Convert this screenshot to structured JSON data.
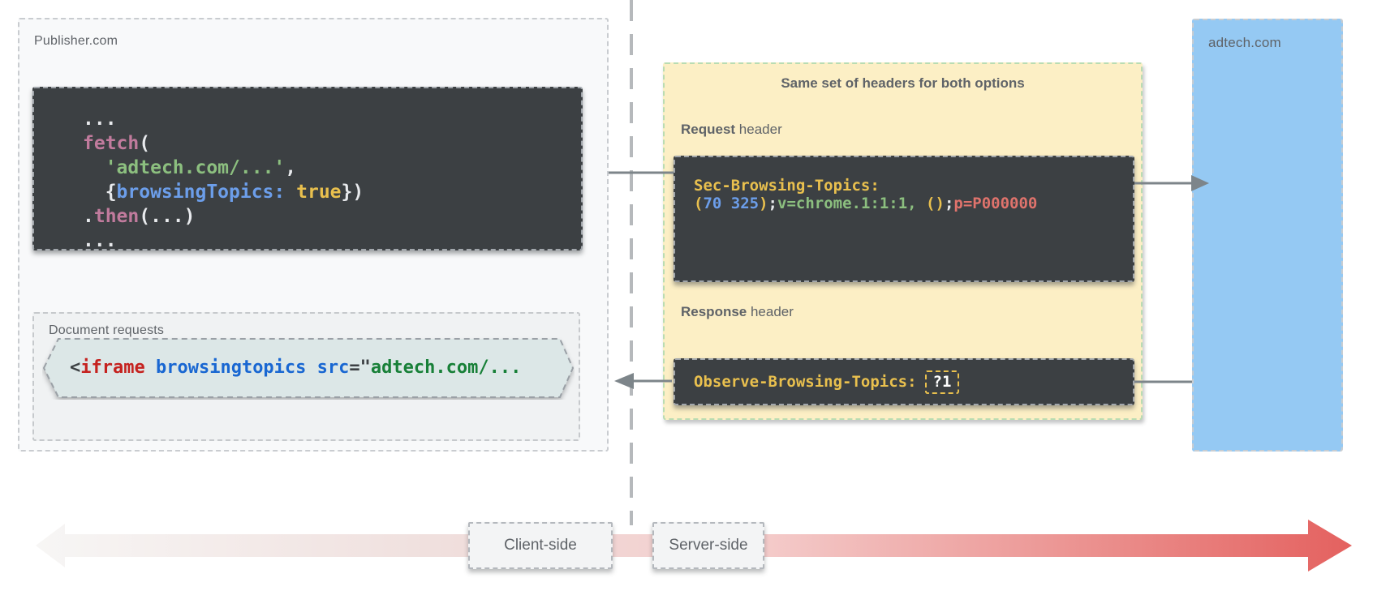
{
  "colors": {
    "plain": "#e8eaed",
    "pink": "#c17b9d",
    "green": "#8cbf7f",
    "blue": "#6c9eea",
    "amber": "#e9c04e",
    "red": "#e0736c",
    "html_plain": "#3c4043",
    "html_tag": "#c5221f",
    "html_attr": "#1967d2",
    "html_val": "#188038",
    "panel_yellow": "#fcefc5",
    "panel_blue": "#95c9f3",
    "code_background": "#3c4043",
    "band_red": "#e4615f",
    "arrow_gray": "#7d858a"
  },
  "publisher": {
    "label": "Publisher.com",
    "fetch_code": [
      [
        {
          "t": "...",
          "c": "plain"
        }
      ],
      [
        {
          "t": "fetch",
          "c": "pink"
        },
        {
          "t": "(",
          "c": "plain"
        }
      ],
      [
        {
          "t": "  ",
          "c": "plain"
        },
        {
          "t": "'adtech.com/...'",
          "c": "green"
        },
        {
          "t": ",",
          "c": "plain"
        }
      ],
      [
        {
          "t": "  {",
          "c": "plain"
        },
        {
          "t": "browsingTopics",
          "c": "blue"
        },
        {
          "t": ":",
          "c": "blue"
        },
        {
          "t": " ",
          "c": "plain"
        },
        {
          "t": "true",
          "c": "amber"
        },
        {
          "t": "})",
          "c": "plain"
        }
      ],
      [
        {
          "t": ".",
          "c": "plain"
        },
        {
          "t": "then",
          "c": "pink"
        },
        {
          "t": "(...)",
          "c": "plain"
        }
      ],
      [
        {
          "t": "...",
          "c": "plain"
        }
      ]
    ],
    "document_requests": {
      "label": "Document requests",
      "iframe_code": [
        [
          {
            "t": "<",
            "c": "html_plain"
          },
          {
            "t": "iframe",
            "c": "html_tag"
          },
          {
            "t": " ",
            "c": "html_plain"
          },
          {
            "t": "browsingtopics",
            "c": "html_attr"
          },
          {
            "t": " ",
            "c": "html_plain"
          },
          {
            "t": "src",
            "c": "html_attr"
          },
          {
            "t": "=\"",
            "c": "html_plain"
          },
          {
            "t": "adtech.com/...",
            "c": "html_val"
          }
        ]
      ]
    }
  },
  "headers_panel": {
    "title": "Same set of headers for both options",
    "request_label_bold": "Request",
    "request_label_rest": " header",
    "request_code": [
      [
        {
          "t": "Sec-Browsing-Topics:",
          "c": "amber"
        }
      ],
      [
        {
          "t": "(",
          "c": "amber"
        },
        {
          "t": "70 325",
          "c": "blue"
        },
        {
          "t": ")",
          "c": "amber"
        },
        {
          "t": ";",
          "c": "plain"
        },
        {
          "t": "v=chrome.1:1:1,",
          "c": "green"
        },
        {
          "t": " ",
          "c": "plain"
        },
        {
          "t": "()",
          "c": "amber"
        },
        {
          "t": ";",
          "c": "plain"
        },
        {
          "t": "p=P000000",
          "c": "red"
        }
      ]
    ],
    "response_label_bold": "Response",
    "response_label_rest": " header",
    "response_code": [
      [
        {
          "t": "Observe-Browsing-Topics:",
          "c": "amber"
        }
      ]
    ],
    "response_badge": "?1"
  },
  "adtech": {
    "label": "adtech.com"
  },
  "timeline": {
    "client_label": "Client-side",
    "server_label": "Server-side"
  }
}
